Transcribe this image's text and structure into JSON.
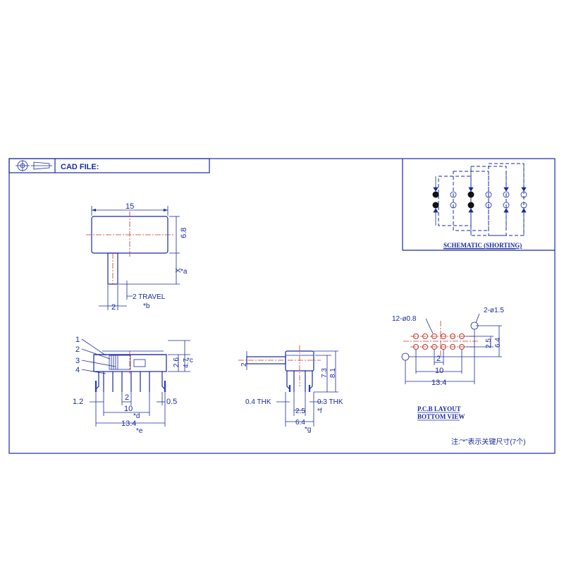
{
  "title_block": {
    "cad_file_label": "CAD FILE:"
  },
  "schematic": {
    "caption": "SCHEMATIC (SHORTING)"
  },
  "top_view": {
    "dim_width": "15",
    "dim_height": "6.8",
    "dim_x": "X",
    "dim_x_note": "*a",
    "dim_actuator": "2",
    "dim_travel": "2 TRAVEL",
    "dim_travel_note": "*b"
  },
  "front_view": {
    "callouts": [
      "1",
      "2",
      "3",
      "4"
    ],
    "dim_2_6": "2.6",
    "dim_4_7": "4.7",
    "dim_4_7_note": "*c",
    "dim_1_2": "1.2",
    "dim_2": "2",
    "dim_0_5": "0.5",
    "dim_10": "10",
    "dim_10_note": "*d",
    "dim_13_4": "13.4",
    "dim_13_4_note": "*e"
  },
  "side_view": {
    "dim_2": "2",
    "dim_7_3": "7.3",
    "dim_8_1": "8.1",
    "dim_04_thk": "0.4 THK",
    "dim_25": "2.5",
    "dim_25_note": "*f",
    "dim_03_thk": "0.3 THK",
    "dim_64": "6.4",
    "dim_64_note": "*g"
  },
  "pcb": {
    "holes_label": "12-ø0.8",
    "mount_label": "2-ø1.5",
    "dim_25": "2.5",
    "dim_64": "6.4",
    "dim_2": "2",
    "dim_10": "10",
    "dim_134": "13.4",
    "caption_1": "P.C.B LAYOUT",
    "caption_2": "BOTTOM VIEW"
  },
  "note": "注:”*”表示关键尺寸(7个)"
}
